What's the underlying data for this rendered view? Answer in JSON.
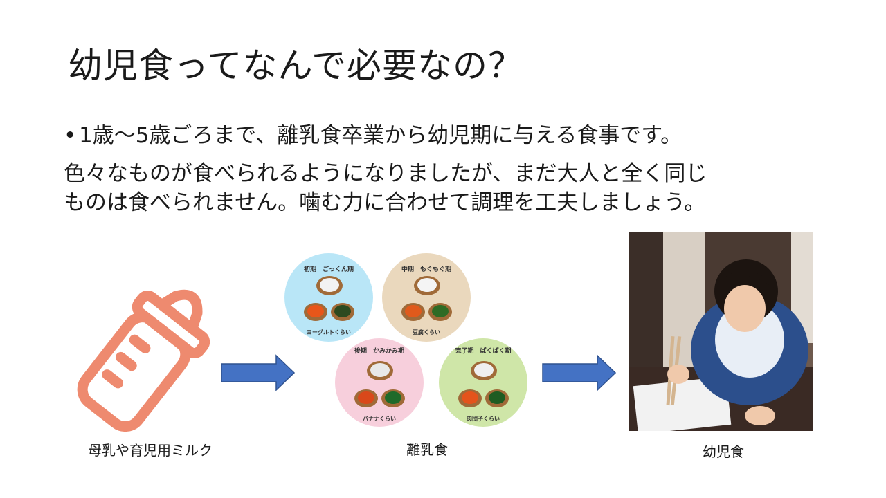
{
  "slide": {
    "title": "幼児食ってなんで必要なの？",
    "bullet_symbol": "•",
    "line1": "1歳〜5歳ごろまで、離乳食卒業から幼児期に与える食事です。",
    "line2": "色々なものが食べられるようになりましたが、まだ大人と全く同じ",
    "line3": "ものは食べられません。噛む力に合わせて調理を工夫しましょう。"
  },
  "captions": {
    "milk": "母乳や育児用ミルク",
    "weaning": "離乳食",
    "toddler": "幼児食"
  },
  "stages": [
    {
      "label": "初期　ごっくん期",
      "note": "ヨーグルトくらい",
      "color": "#b9e6f7"
    },
    {
      "label": "中期　もぐもぐ期",
      "note": "豆腐くらい",
      "color": "#ead8bd"
    },
    {
      "label": "後期　かみかみ期",
      "note": "バナナくらい",
      "color": "#f7cfdc"
    },
    {
      "label": "完了期　ぱくぱく期",
      "note": "肉団子くらい",
      "color": "#cfe6a8"
    }
  ],
  "colors": {
    "bottle": "#ee8a6f",
    "arrow": "#4472c4",
    "arrow_stroke": "#2f528f"
  }
}
